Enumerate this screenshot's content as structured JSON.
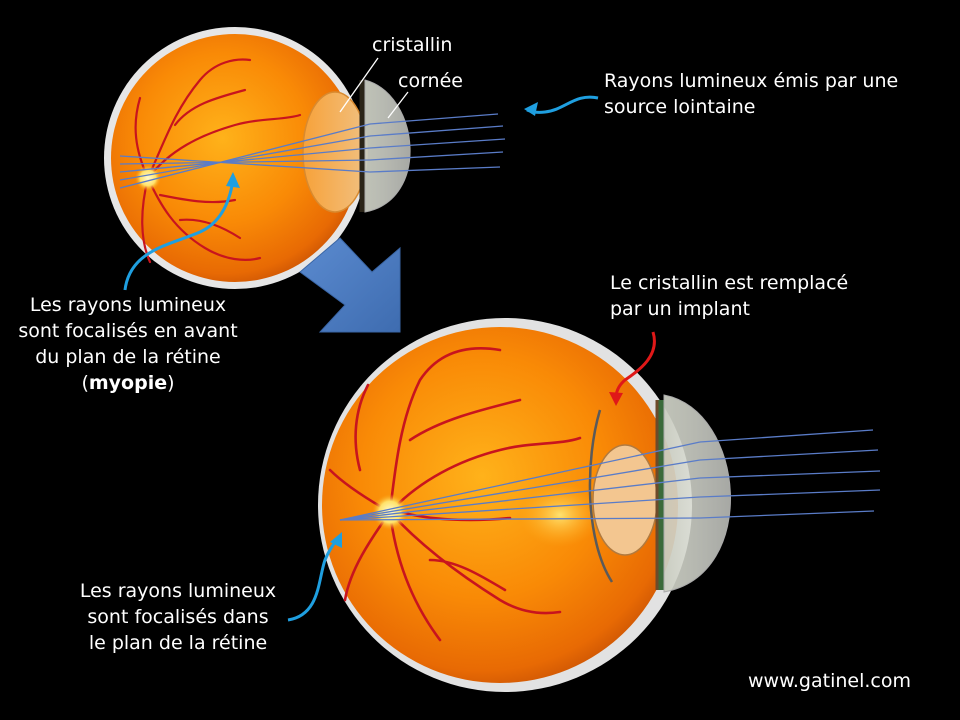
{
  "labels": {
    "cristallin": "cristallin",
    "cornee": "cornée",
    "rays_line1": "Rayons lumineux émis par une",
    "rays_line2": "source lointaine",
    "implant_line1": "Le cristallin est remplacé",
    "implant_line2": "par un implant",
    "myopia_line1": "Les rayons lumineux",
    "myopia_line2": "sont focalisés en avant",
    "myopia_line3": "du plan de la rétine",
    "myopia_open": "(",
    "myopia_bold": "myopie",
    "myopia_close": ")",
    "focused_line1": "Les rayons lumineux",
    "focused_line2": "sont focalisés dans",
    "focused_line3": "le plan de la rétine",
    "website": "www.gatinel.com"
  },
  "colors": {
    "background": "#000000",
    "eye_orange": "#f98a06",
    "vessel_red": "#c8141e",
    "ray_blue": "#5a7cc8",
    "pointer_blue": "#1f9fe0",
    "pointer_red": "#e01818",
    "big_arrow": "#4f7ec2"
  }
}
